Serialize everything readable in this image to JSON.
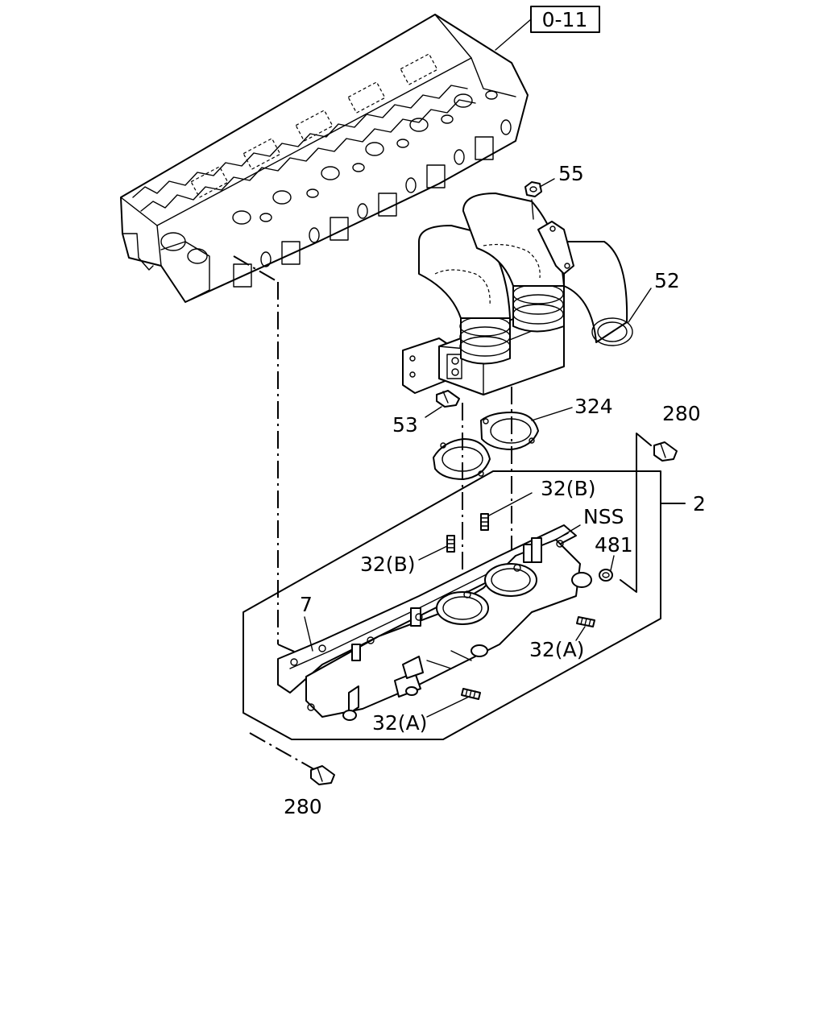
{
  "ref_box": "0-11",
  "labels": {
    "p55": "55",
    "p52": "52",
    "p53": "53",
    "p324": "324",
    "p280_top": "280",
    "p2": "2",
    "p32b_upper": "32(B)",
    "nss": "NSS",
    "p481": "481",
    "p32b_left": "32(B)",
    "p7": "7",
    "p32a_right": "32(A)",
    "p32a_lower": "32(A)",
    "p280_bottom": "280"
  },
  "parts": [
    "cylinder-head",
    "intake-duct",
    "gasket",
    "intake-manifold",
    "bolt",
    "stud",
    "nut"
  ]
}
